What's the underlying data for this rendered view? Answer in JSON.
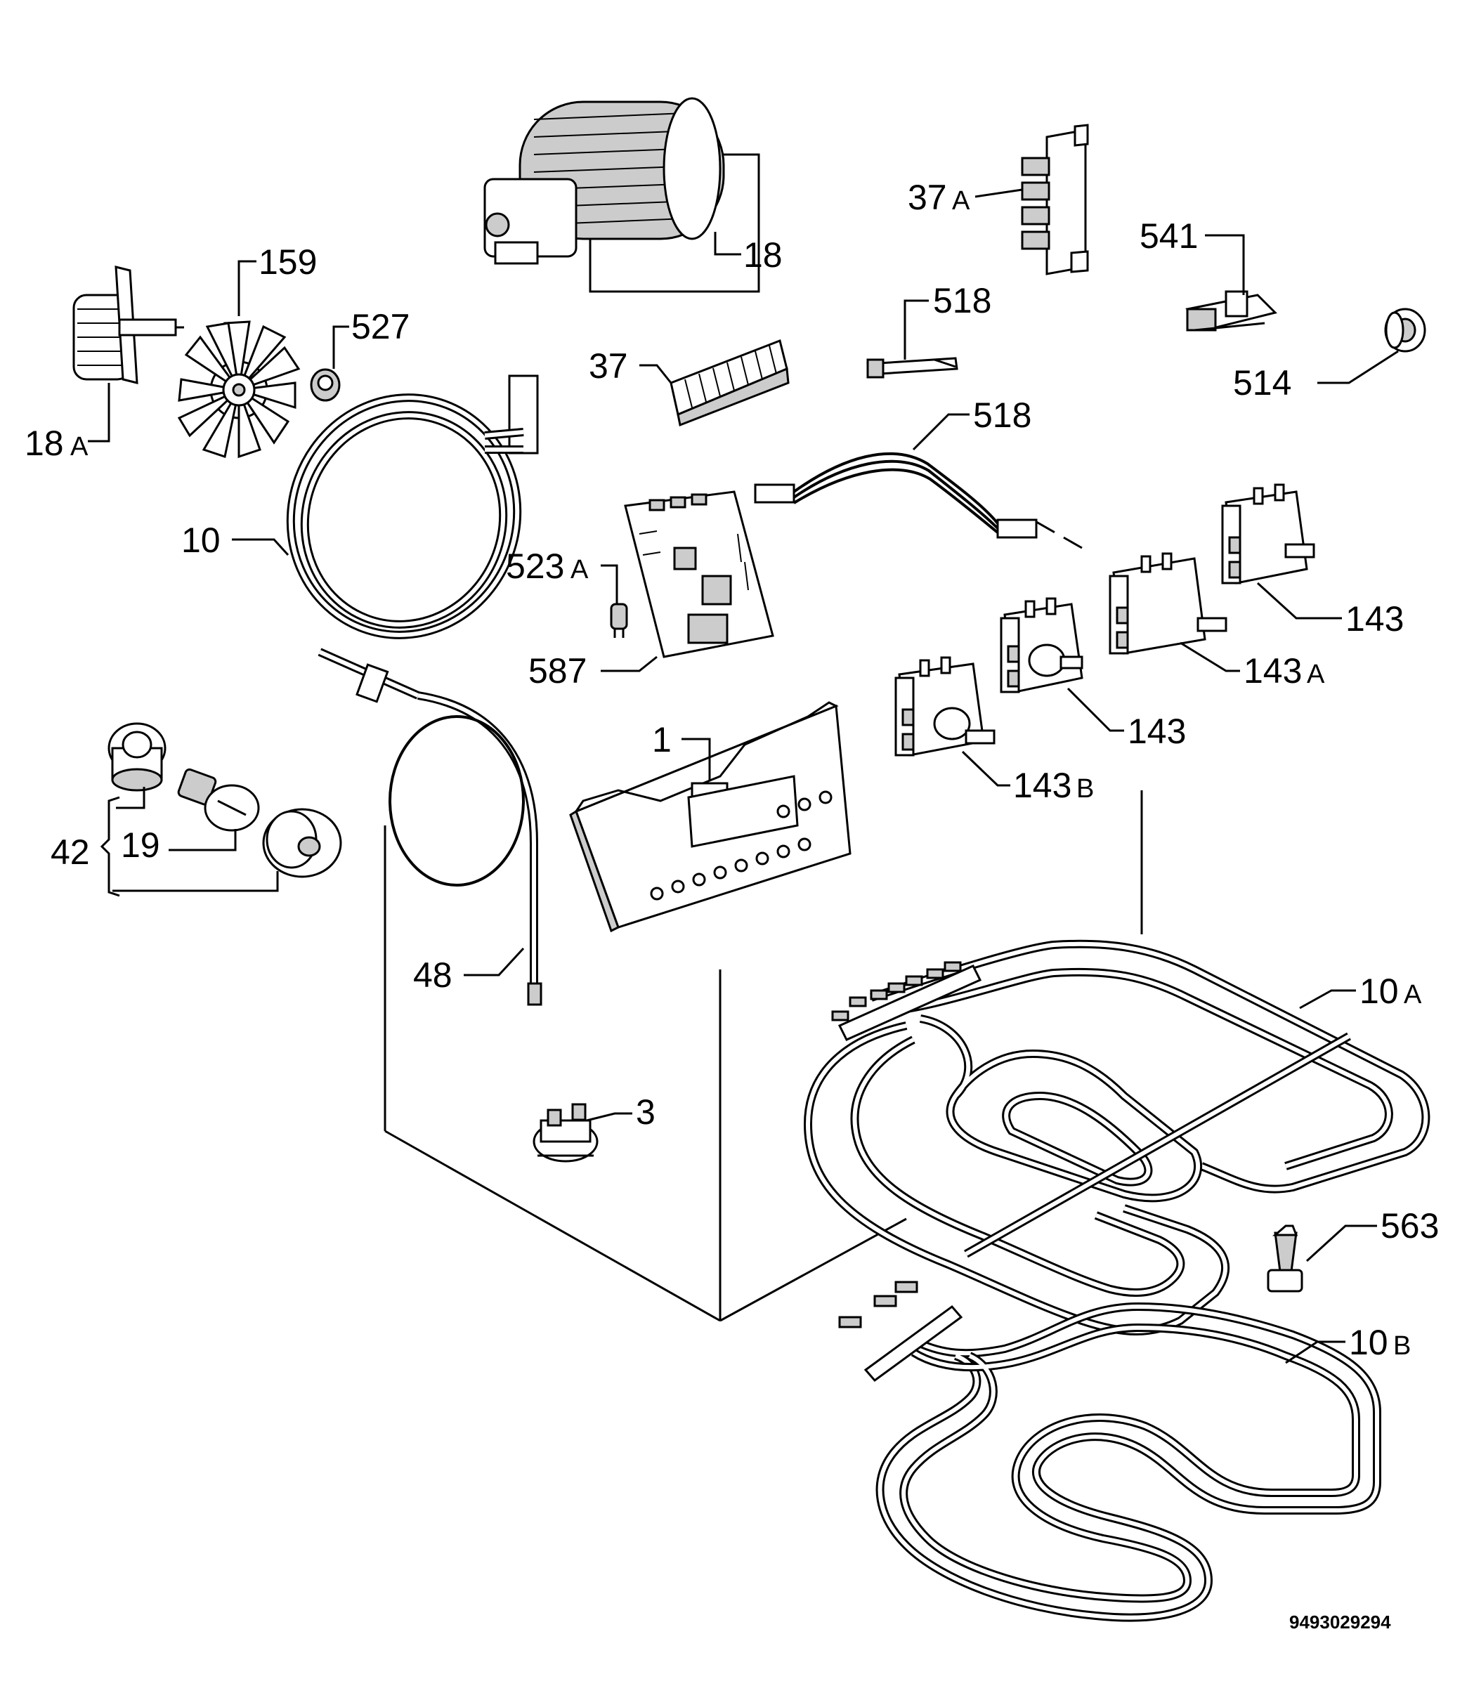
{
  "labels": {
    "p1": "1",
    "p3": "3",
    "p10": "10",
    "p10a": "10",
    "p10a_suffix": "A",
    "p10b": "10",
    "p10b_suffix": "B",
    "p18": "18",
    "p18a": "18",
    "p18a_suffix": "A",
    "p19": "19",
    "p37": "37",
    "p37a": "37",
    "p37a_suffix": "A",
    "p42": "42",
    "p48": "48",
    "p143_top": "143",
    "p143_mid": "143",
    "p143a": "143",
    "p143a_suffix": "A",
    "p143b": "143",
    "p143b_suffix": "B",
    "p159": "159",
    "p514": "514",
    "p518_top": "518",
    "p518_mid": "518",
    "p523a": "523",
    "p523a_suffix": "A",
    "p527": "527",
    "p541": "541",
    "p563": "563",
    "p587": "587"
  },
  "drawing_code": "9493029294"
}
